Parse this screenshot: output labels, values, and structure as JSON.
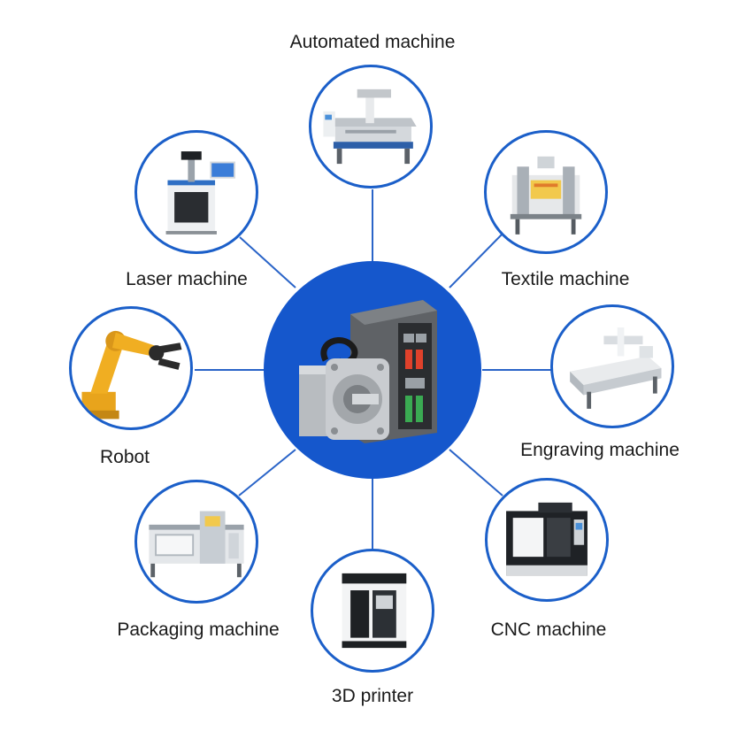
{
  "diagram": {
    "hub_color": "#1557cc",
    "ring_color": "#1b5fc9",
    "line_color": "#2a64c8",
    "nodes": [
      {
        "id": "automated",
        "label": "Automated machine",
        "icon": "cnc-router-icon"
      },
      {
        "id": "textile",
        "label": "Textile machine",
        "icon": "textile-machine-icon"
      },
      {
        "id": "engraving",
        "label": "Engraving machine",
        "icon": "engraving-machine-icon"
      },
      {
        "id": "cnc",
        "label": "CNC machine",
        "icon": "cnc-machine-icon"
      },
      {
        "id": "printer3d",
        "label": "3D printer",
        "icon": "3d-printer-icon"
      },
      {
        "id": "packaging",
        "label": "Packaging machine",
        "icon": "packaging-machine-icon"
      },
      {
        "id": "robot",
        "label": "Robot",
        "icon": "robot-arm-icon"
      },
      {
        "id": "laser",
        "label": "Laser machine",
        "icon": "laser-machine-icon"
      }
    ],
    "hub": {
      "icon": "servo-motor-and-drive-icon"
    }
  }
}
